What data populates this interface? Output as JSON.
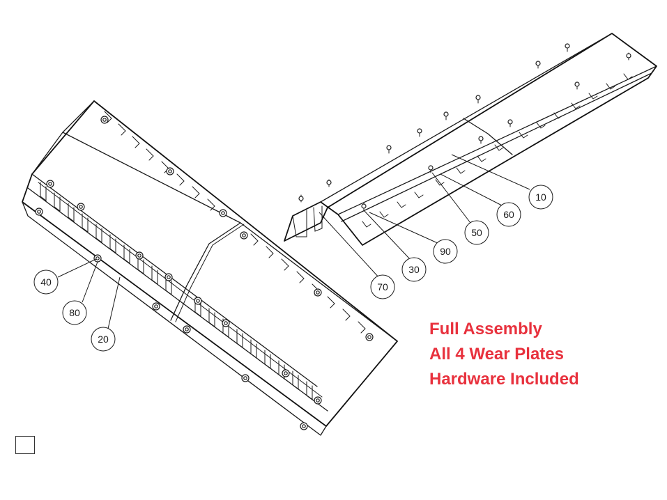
{
  "caption": {
    "lines": [
      "Full Assembly",
      "All 4 Wear Plates",
      "Hardware Included"
    ],
    "color": "#e8313d"
  },
  "callouts": [
    "40",
    "80",
    "20",
    "70",
    "30",
    "90",
    "50",
    "60",
    "10"
  ],
  "colors": {
    "line": "#1a1a1a",
    "background": "#ffffff",
    "caption": "#e8313d"
  }
}
